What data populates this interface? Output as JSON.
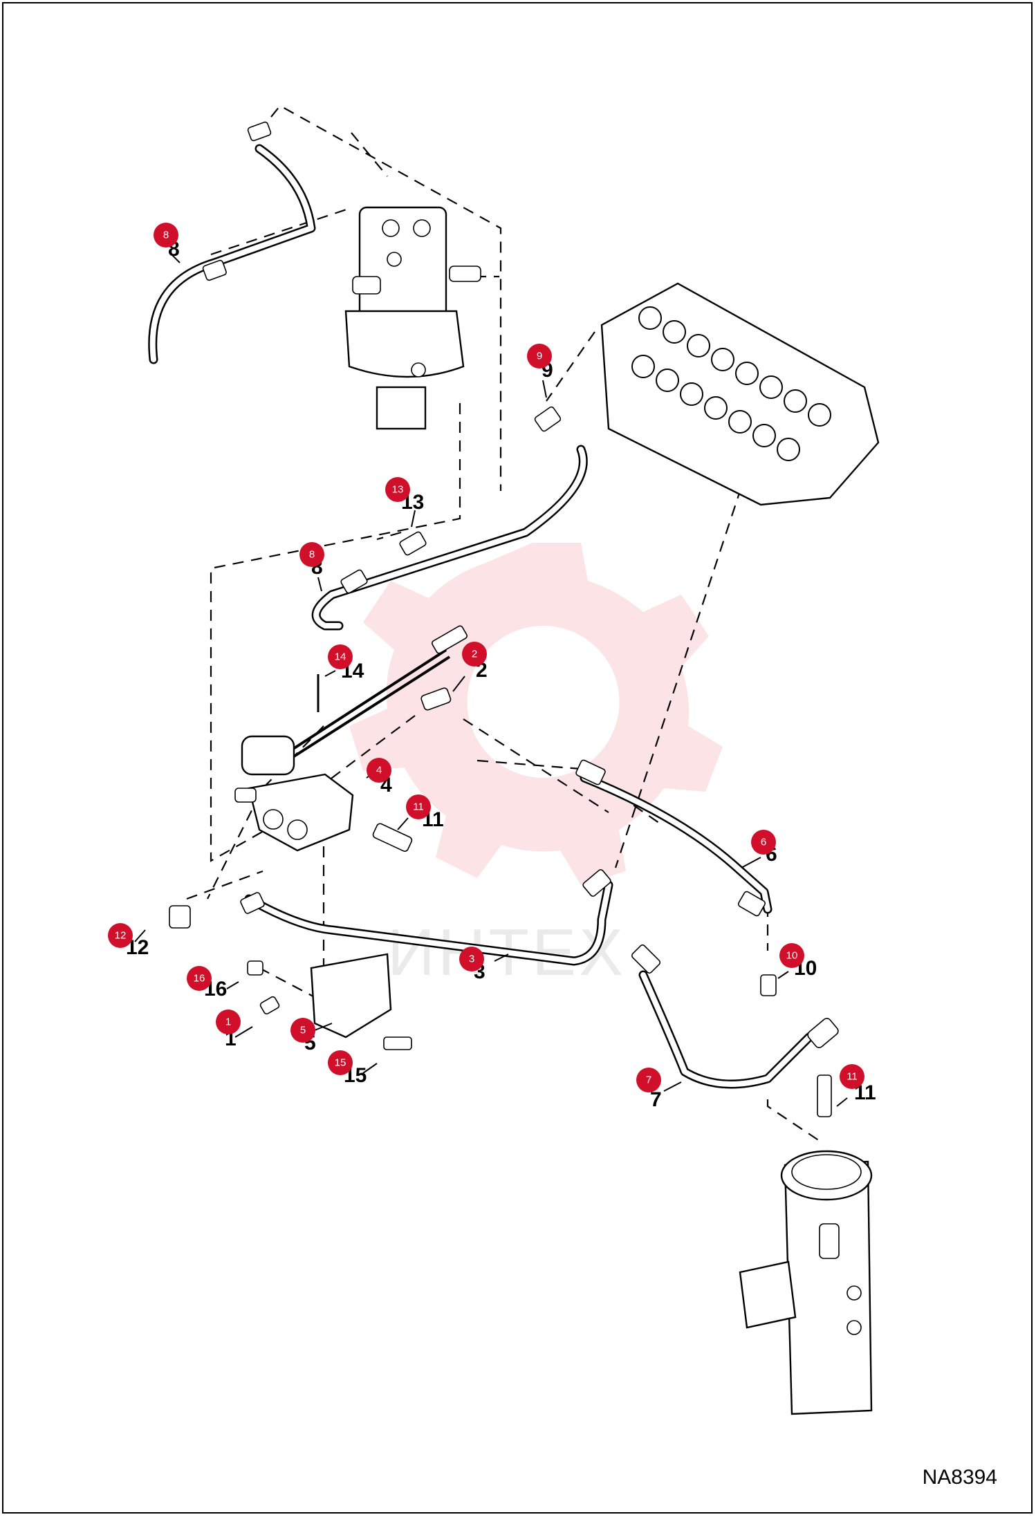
{
  "drawing_id": "NA8394",
  "watermark_text": "ИНТЕХ",
  "colors": {
    "tag_fill": "#d0102a",
    "tag_text": "#ffffff",
    "watermark": "#f1666d",
    "line": "#000000"
  },
  "callouts": [
    {
      "tag": "1",
      "label": "1"
    },
    {
      "tag": "2",
      "label": "2"
    },
    {
      "tag": "3",
      "label": "3"
    },
    {
      "tag": "4",
      "label": "4"
    },
    {
      "tag": "5",
      "label": "5"
    },
    {
      "tag": "6",
      "label": "6"
    },
    {
      "tag": "7",
      "label": "7"
    },
    {
      "tag": "8",
      "label": "8"
    },
    {
      "tag": "8",
      "label": "8"
    },
    {
      "tag": "9",
      "label": "9"
    },
    {
      "tag": "10",
      "label": "10"
    },
    {
      "tag": "11",
      "label": "11"
    },
    {
      "tag": "11",
      "label": "11"
    },
    {
      "tag": "12",
      "label": "12"
    },
    {
      "tag": "13",
      "label": "13"
    },
    {
      "tag": "14",
      "label": "14"
    },
    {
      "tag": "15",
      "label": "15"
    },
    {
      "tag": "16",
      "label": "16"
    }
  ]
}
